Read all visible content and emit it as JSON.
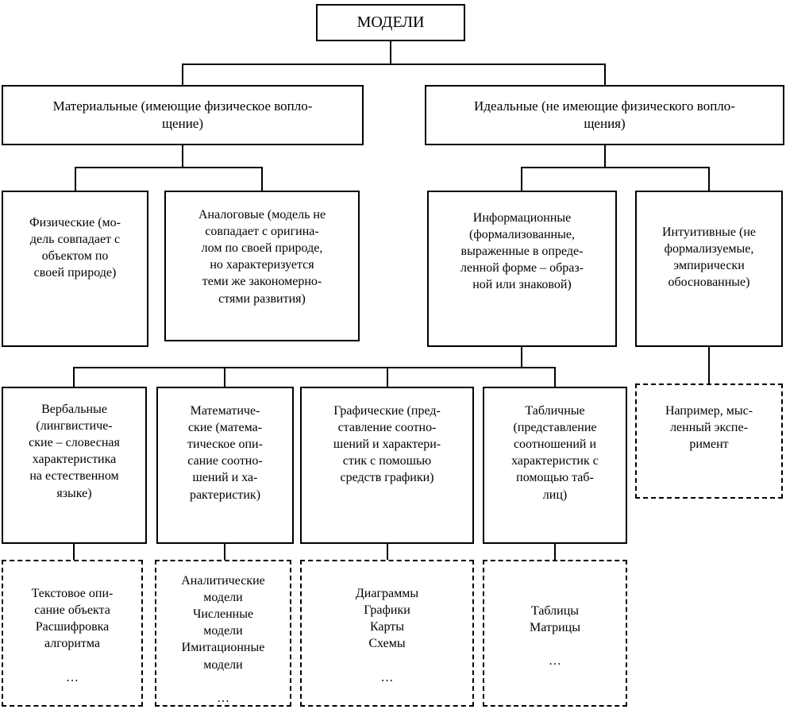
{
  "diagram": {
    "title": "МОДЕЛИ",
    "colors": {
      "background": "#ffffff",
      "line": "#000000",
      "box_fill": "#ffffff"
    },
    "nodes": {
      "models": {
        "label": "МОДЕЛИ"
      },
      "material": {
        "label": "Материальные (имеющие физическое вопло-\nщение)"
      },
      "ideal": {
        "label": "Идеальные (не имеющие физического вопло-\nщения)"
      },
      "physical": {
        "label": "Физические (мо-\nдель совпадает с\nобъектом по\nсвоей природе)"
      },
      "analog": {
        "label": "Аналоговые (модель не\nсовпадает с оригина-\nлом по своей природе,\nно характеризуется\nтеми же закономерно-\nстями развития)"
      },
      "info": {
        "label": "Информационные\n(формализованные,\nвыраженные в опреде-\nленной форме – образ-\nной или знаковой)"
      },
      "intuitive": {
        "label": "Интуитивные (не\nформализуемые,\nэмпирически\nобоснованные)"
      },
      "verbal": {
        "label": "Вербальные\n(лингвистиче-\nские – словесная\nхарактеристика\nна естественном\nязыке)"
      },
      "math": {
        "label": "Математиче-\nские (матема-\nтическое опи-\nсание соотно-\nшений и ха-\nрактеристик)"
      },
      "graphic": {
        "label": "Графические (пред-\nставление соотно-\nшений и характери-\nстик с помошью\nсредств графики)"
      },
      "tabular": {
        "label": "Табличные\n(представление\nсоотношений и\nхарактеристик с\nпомощью таб-\nлиц)"
      },
      "example": {
        "label": "Например, мыс-\nленный экспе-\nримент"
      },
      "textdesc": {
        "label": "Текстовое опи-\nсание объекта\nРасшифровка\nалгоритма\n\n…"
      },
      "analytic": {
        "label": "Аналитические\nмодели\nЧисленные\nмодели\nИмитационные\nмодели\n\n…"
      },
      "diagrams": {
        "label": "Диаграммы\nГрафики\nКарты\nСхемы\n\n…"
      },
      "tables": {
        "label": "Таблицы\nМатрицы\n\n…"
      }
    }
  }
}
